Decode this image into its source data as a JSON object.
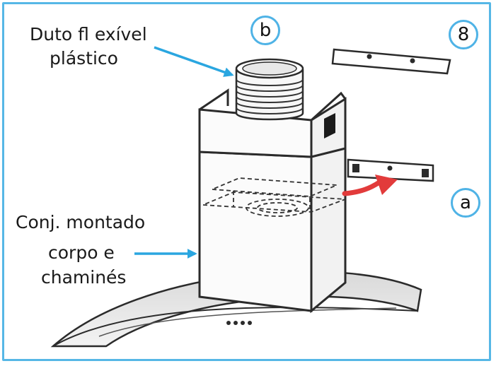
{
  "badges": {
    "b": "b",
    "eight": "8",
    "a": "a"
  },
  "labels": {
    "duct_line1": "Duto fl exível",
    "duct_line2": "plástico",
    "body_line1": "Conj. montado",
    "body_line2": "corpo e",
    "body_line3": "chaminés"
  },
  "colors": {
    "frame": "#56b7e6",
    "pointer_arrow": "#2aa6e0",
    "motion_arrow": "#e23b3b",
    "line": "#2b2b2b"
  }
}
